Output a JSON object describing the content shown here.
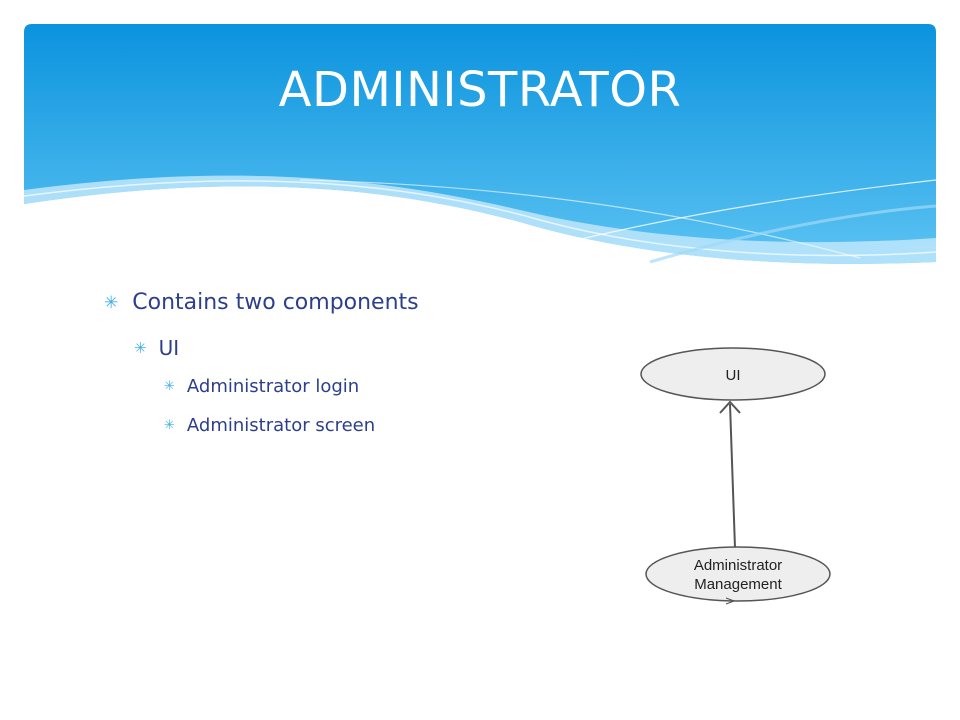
{
  "slide": {
    "title": "ADMINISTRATOR",
    "bullets": {
      "level1": "Contains two components",
      "level2": "UI",
      "level3a": "Administrator login",
      "level3b": "Administrator screen"
    },
    "bullet_icon": "asterisk-icon"
  },
  "diagram": {
    "nodes": {
      "ui": "UI",
      "admin_line1": "Administrator",
      "admin_line2": "Management"
    },
    "edge": "Administrator Management -> UI"
  },
  "colors": {
    "header_blue": "#0b97e0",
    "bullet_text": "#2d3f8c",
    "bullet_marker": "#3fb0e4",
    "node_fill": "#eeeeee",
    "node_stroke": "#555555"
  }
}
